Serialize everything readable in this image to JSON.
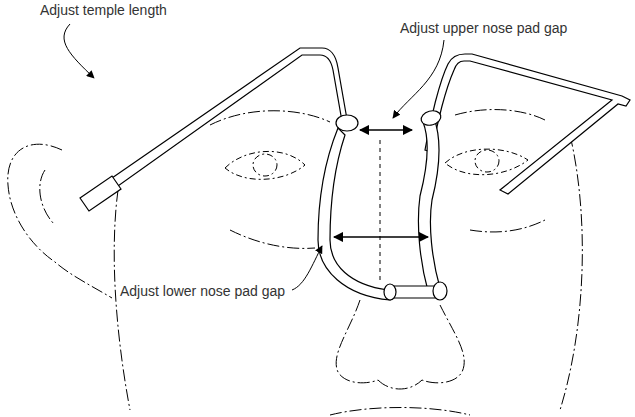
{
  "diagram": {
    "labels": [
      "Adjust temple length",
      "Adjust upper nose pad gap",
      "Adjust lower nose pad gap"
    ]
  }
}
